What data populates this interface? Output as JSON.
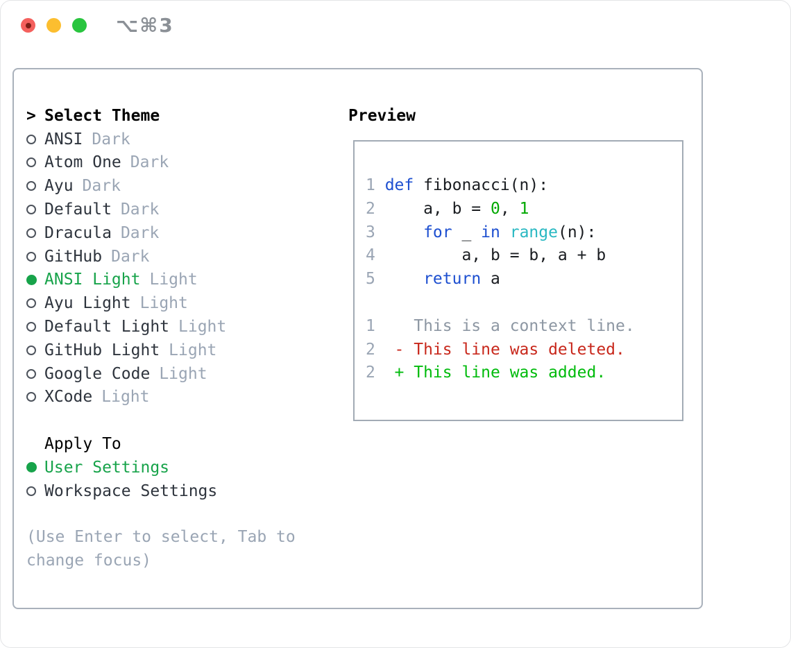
{
  "window": {
    "title": "⌥⌘3",
    "traffic_lights": [
      "close",
      "minimize",
      "zoom"
    ]
  },
  "colors": {
    "selection_green": "#17a34a",
    "tag_gray": "#9aa5b4",
    "text_dark": "#2e343d",
    "panel_border": "#a9b1bb",
    "keyword_blue": "#1d4fd0",
    "builtin_cyan": "#29b8c2",
    "number_green": "#00a800",
    "diff_added_green": "#00bb0c",
    "diff_deleted_red": "#c8281c",
    "line_number_gray": "#9aa5b4",
    "traffic_red": "#f4605d",
    "traffic_yellow": "#fcbe2f",
    "traffic_green": "#29c53f"
  },
  "theme_picker": {
    "prompt": ">",
    "header": "Select Theme",
    "items": [
      {
        "name": "ANSI",
        "tag": "Dark",
        "selected": false
      },
      {
        "name": "Atom One",
        "tag": "Dark",
        "selected": false
      },
      {
        "name": "Ayu",
        "tag": "Dark",
        "selected": false
      },
      {
        "name": "Default",
        "tag": "Dark",
        "selected": false
      },
      {
        "name": "Dracula",
        "tag": "Dark",
        "selected": false
      },
      {
        "name": "GitHub",
        "tag": "Dark",
        "selected": false
      },
      {
        "name": "ANSI Light",
        "tag": "Light",
        "selected": true
      },
      {
        "name": "Ayu Light",
        "tag": "Light",
        "selected": false
      },
      {
        "name": "Default Light",
        "tag": "Light",
        "selected": false
      },
      {
        "name": "GitHub Light",
        "tag": "Light",
        "selected": false
      },
      {
        "name": "Google Code",
        "tag": "Light",
        "selected": false
      },
      {
        "name": "XCode",
        "tag": "Light",
        "selected": false
      }
    ],
    "apply_to": {
      "header": "Apply To",
      "options": [
        {
          "label": "User Settings",
          "selected": true
        },
        {
          "label": "Workspace Settings",
          "selected": false
        }
      ]
    },
    "help_text": "(Use Enter to select, Tab to change focus)"
  },
  "preview": {
    "header": "Preview",
    "lines": [
      {
        "num": "1",
        "tokens": [
          [
            "def",
            "kw"
          ],
          [
            " fibonacci(n):",
            "fg"
          ]
        ]
      },
      {
        "num": "2",
        "tokens": [
          [
            "    a, b = ",
            "fg"
          ],
          [
            "0",
            "num"
          ],
          [
            ", ",
            "fg"
          ],
          [
            "1",
            "num"
          ]
        ]
      },
      {
        "num": "3",
        "tokens": [
          [
            "    ",
            "fg"
          ],
          [
            "for",
            "kw"
          ],
          [
            " _ ",
            "fg"
          ],
          [
            "in",
            "kw"
          ],
          [
            " ",
            "fg"
          ],
          [
            "range",
            "bi"
          ],
          [
            "(n):",
            "fg"
          ]
        ]
      },
      {
        "num": "4",
        "tokens": [
          [
            "        a, b = b, a + b",
            "fg"
          ]
        ]
      },
      {
        "num": "5",
        "tokens": [
          [
            "    ",
            "fg"
          ],
          [
            "return",
            "kw"
          ],
          [
            " a",
            "fg"
          ]
        ]
      },
      {
        "num": "",
        "tokens": []
      },
      {
        "num": "1",
        "tokens": [
          [
            "   This is a context line.",
            "ctx"
          ]
        ]
      },
      {
        "num": "2",
        "tokens": [
          [
            " - This line was deleted.",
            "del"
          ]
        ]
      },
      {
        "num": "2",
        "tokens": [
          [
            " + This line was added.",
            "add"
          ]
        ]
      }
    ]
  }
}
